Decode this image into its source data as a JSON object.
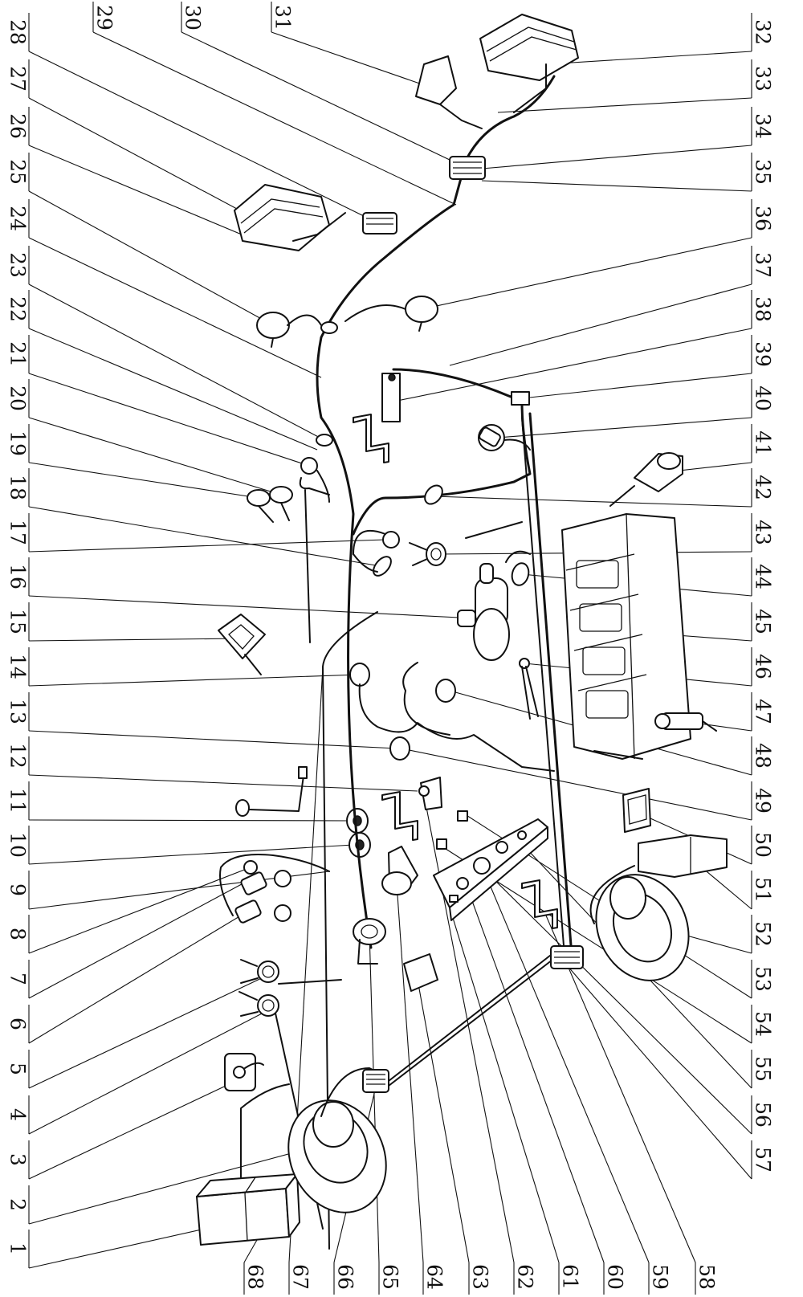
{
  "callouts": [
    {
      "label": "1"
    },
    {
      "label": "2"
    },
    {
      "label": "3"
    },
    {
      "label": "4"
    },
    {
      "label": "5"
    },
    {
      "label": "6"
    },
    {
      "label": "7"
    },
    {
      "label": "8"
    },
    {
      "label": "9"
    },
    {
      "label": "10"
    },
    {
      "label": "11"
    },
    {
      "label": "12"
    },
    {
      "label": "13"
    },
    {
      "label": "14"
    },
    {
      "label": "15"
    },
    {
      "label": "16"
    },
    {
      "label": "17"
    },
    {
      "label": "18"
    },
    {
      "label": "19"
    },
    {
      "label": "20"
    },
    {
      "label": "21"
    },
    {
      "label": "22"
    },
    {
      "label": "23"
    },
    {
      "label": "24"
    },
    {
      "label": "25"
    },
    {
      "label": "26"
    },
    {
      "label": "27"
    },
    {
      "label": "28"
    },
    {
      "label": "29"
    },
    {
      "label": "30"
    },
    {
      "label": "31"
    },
    {
      "label": "32"
    },
    {
      "label": "33"
    },
    {
      "label": "34"
    },
    {
      "label": "35"
    },
    {
      "label": "36"
    },
    {
      "label": "37"
    },
    {
      "label": "38"
    },
    {
      "label": "39"
    },
    {
      "label": "40"
    },
    {
      "label": "41"
    },
    {
      "label": "42"
    },
    {
      "label": "43"
    },
    {
      "label": "44"
    },
    {
      "label": "45"
    },
    {
      "label": "46"
    },
    {
      "label": "47"
    },
    {
      "label": "48"
    },
    {
      "label": "49"
    },
    {
      "label": "50"
    },
    {
      "label": "51"
    },
    {
      "label": "52"
    },
    {
      "label": "53"
    },
    {
      "label": "54"
    },
    {
      "label": "55"
    },
    {
      "label": "56"
    },
    {
      "label": "57"
    },
    {
      "label": "58"
    },
    {
      "label": "59"
    },
    {
      "label": "60"
    },
    {
      "label": "61"
    },
    {
      "label": "62"
    },
    {
      "label": "63"
    },
    {
      "label": "64"
    },
    {
      "label": "65"
    },
    {
      "label": "66"
    },
    {
      "label": "67"
    },
    {
      "label": "68"
    }
  ]
}
